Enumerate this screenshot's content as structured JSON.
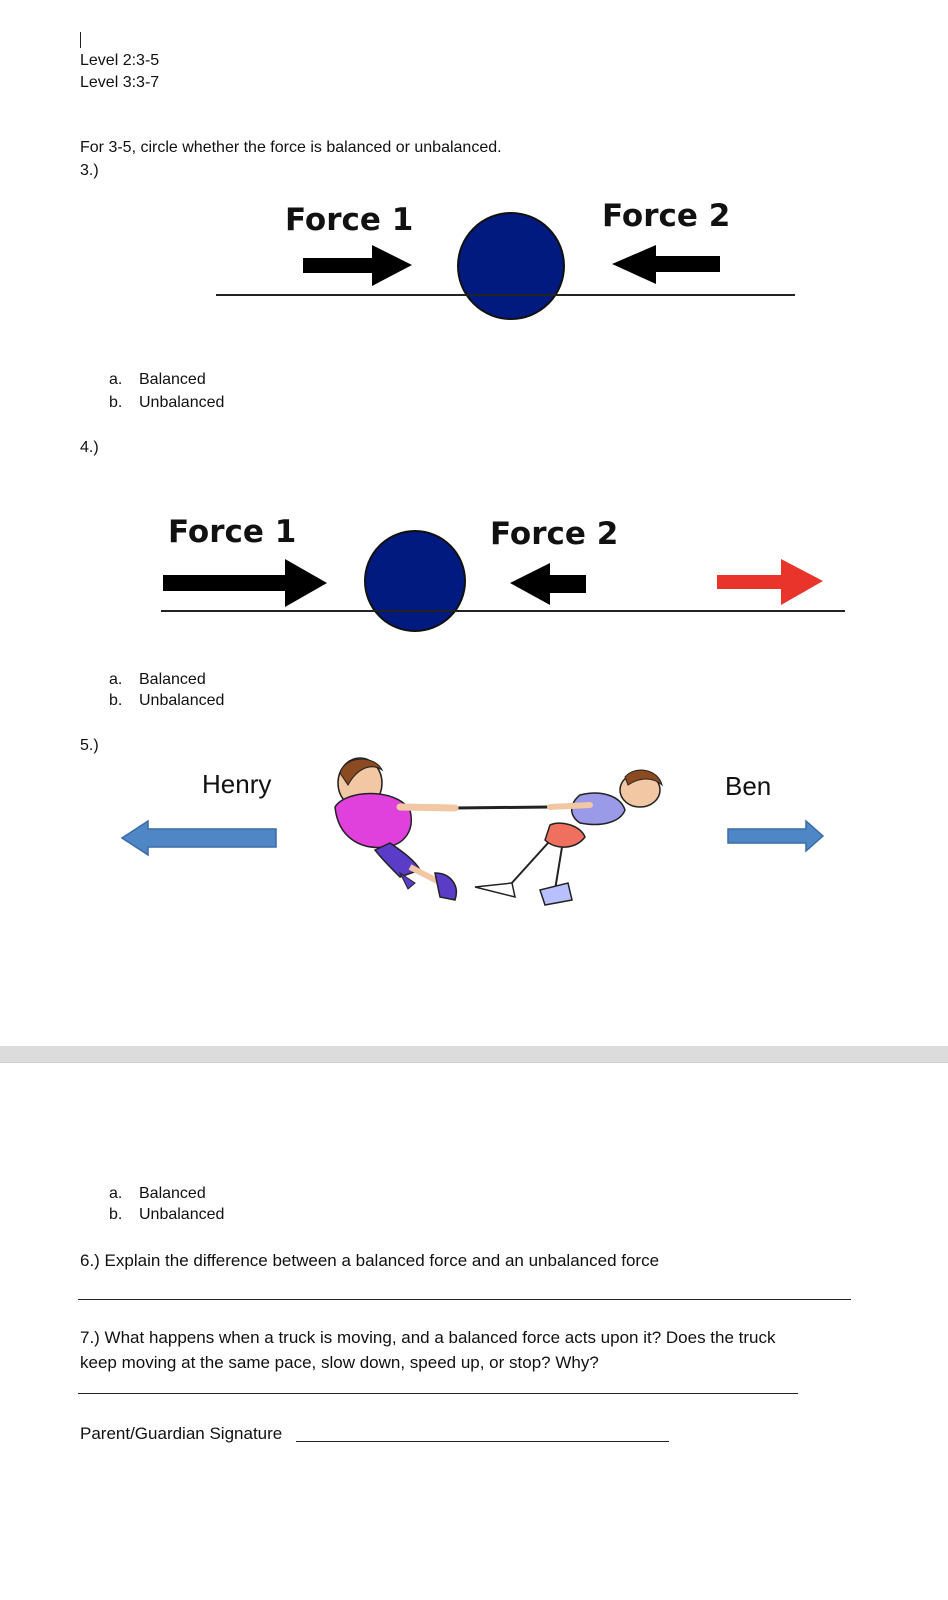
{
  "header": {
    "level2": "Level 2:3-5",
    "level3": "Level 3:3-7"
  },
  "instructions": "For 3-5, circle whether the force is balanced or unbalanced.",
  "q3": {
    "number": "3.)",
    "force1": "Force 1",
    "force2": "Force 2",
    "options": [
      {
        "letter": "a.",
        "text": "Balanced"
      },
      {
        "letter": "b.",
        "text": "Unbalanced"
      }
    ]
  },
  "q4": {
    "number": "4.)",
    "force1": "Force 1",
    "force2": "Force 2",
    "options": [
      {
        "letter": "a.",
        "text": "Balanced"
      },
      {
        "letter": "b.",
        "text": "Unbalanced"
      }
    ]
  },
  "q5": {
    "number": "5.)",
    "left_name": "Henry",
    "right_name": "Ben",
    "options": [
      {
        "letter": "a.",
        "text": "Balanced"
      },
      {
        "letter": "b.",
        "text": "Unbalanced"
      }
    ]
  },
  "q6": {
    "text": "6.) Explain the difference between a balanced force and an unbalanced force"
  },
  "q7": {
    "line1": "7.) What happens when a truck is moving, and a balanced force acts upon it? Does the truck",
    "line2": "keep moving at the same pace, slow down, speed up, or stop? Why?"
  },
  "signature": {
    "label": "Parent/Guardian Signature"
  },
  "colors": {
    "ball": "#001a80",
    "arrow_black": "#000000",
    "arrow_red": "#e8342a",
    "arrow_blue": "#4f86c6",
    "page_gap": "#dcdcdc"
  }
}
